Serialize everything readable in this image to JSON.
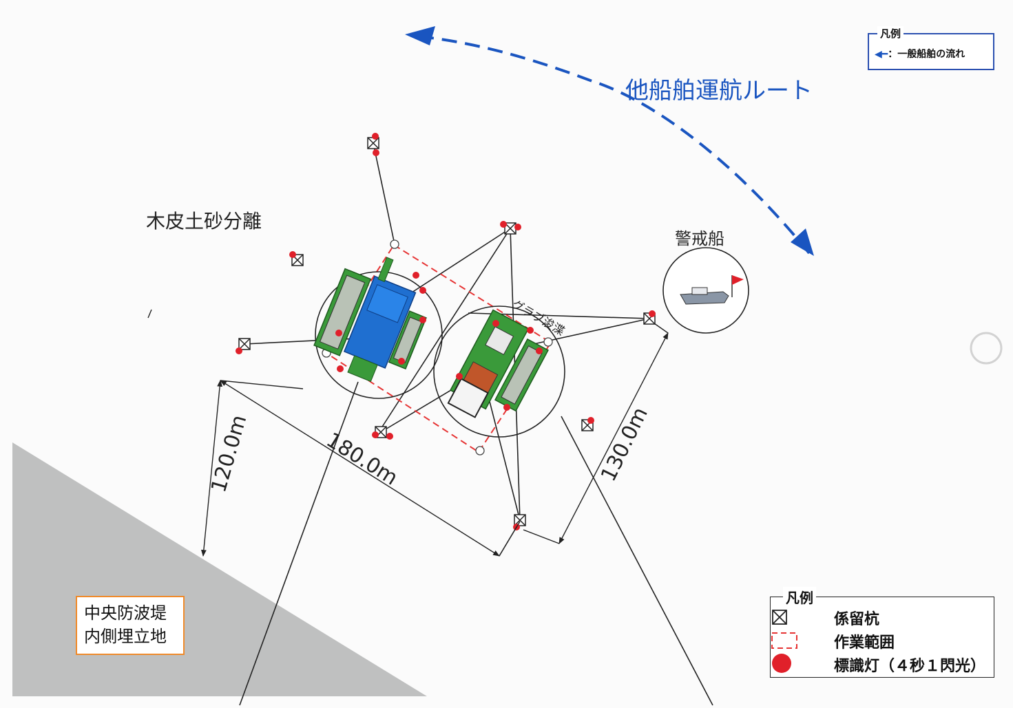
{
  "route_label": "他船舶運航ルート",
  "work_label": "木皮土砂分離",
  "dredge_label": "グラブ浚渫",
  "guard_label": "警戒船",
  "land_label_line1": "中央防波堤",
  "land_label_line2": "内側埋立地",
  "dimensions": {
    "d1": "120.0m",
    "d2": "180.0m",
    "d3": "130.0m"
  },
  "legend_top": {
    "title": "凡例",
    "item": "：一般船舶の流れ"
  },
  "legend_bottom": {
    "title": "凡例",
    "items": [
      {
        "symbol": "mooring-pile",
        "label": "係留杭"
      },
      {
        "symbol": "work-area",
        "label": "作業範囲"
      },
      {
        "symbol": "marker-light",
        "label": "標識灯（４秒１閃光）"
      }
    ]
  },
  "colors": {
    "route": "#1a55c0",
    "light": "#e0202a",
    "work_area": "#e63333",
    "land": "#bfc0c0",
    "land_border": "#f08a2a",
    "barge": "#3a9a3a",
    "hull": "#1f6fd0"
  }
}
